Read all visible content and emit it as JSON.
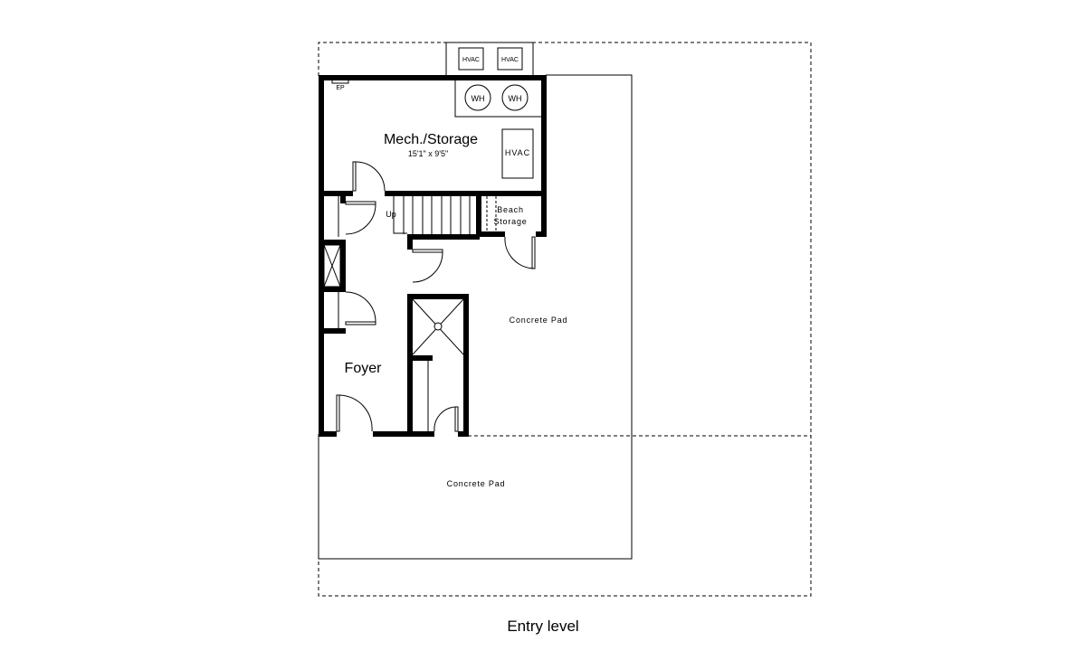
{
  "plan": {
    "caption": "Entry level",
    "rooms": {
      "mech": {
        "name": "Mech./Storage",
        "dims": "15'1\" x 9'5\""
      },
      "foyer": {
        "name": "Foyer"
      },
      "beach": {
        "line1": "Beach",
        "line2": "Storage"
      },
      "pad_right": {
        "name": "Concrete Pad"
      },
      "pad_bottom": {
        "name": "Concrete Pad"
      }
    },
    "equipment": {
      "hvac_outdoor_1": "HVAC",
      "hvac_outdoor_2": "HVAC",
      "wh_1": "WH",
      "wh_2": "WH",
      "hvac_indoor": "HVAC",
      "ep": "EP"
    },
    "stairs": {
      "label": "Up"
    }
  }
}
